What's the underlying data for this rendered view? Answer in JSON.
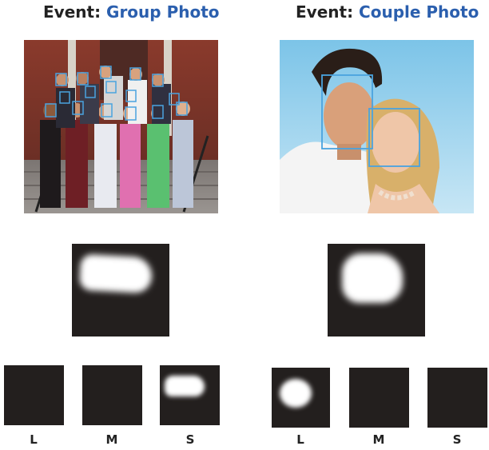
{
  "left": {
    "title_prefix": "Event: ",
    "title_event": "Group Photo",
    "scale_labels": [
      "L",
      "M",
      "S"
    ]
  },
  "right": {
    "title_prefix": "Event: ",
    "title_event": "Couple Photo",
    "scale_labels": [
      "L",
      "M",
      "S"
    ]
  },
  "colors": {
    "event_text": "#2b5fae",
    "face_box": "#4aa3df",
    "map_background": "#231f1e",
    "map_highlight": "#ffffff"
  }
}
